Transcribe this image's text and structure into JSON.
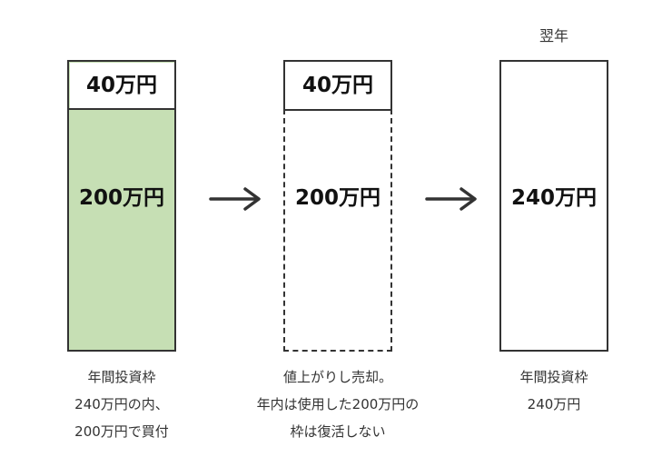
{
  "colors": {
    "filled_box": "#c6dfb4",
    "stroke": "#333333",
    "background": "#ffffff"
  },
  "columns": [
    {
      "top_amount": "40万円",
      "bottom_amount": "200万円",
      "caption": [
        "年間投資枠",
        "240万円の内、",
        "200万円で買付"
      ]
    },
    {
      "top_amount": "40万円",
      "bottom_amount": "200万円",
      "caption": [
        "値上がりし売却。",
        "年内は使用した200万円の",
        "枠は復活しない"
      ]
    },
    {
      "header": "翌年",
      "amount": "240万円",
      "caption": [
        "年間投資枠",
        "240万円"
      ]
    }
  ],
  "arrows": [
    {
      "icon": "right-arrow-icon"
    },
    {
      "icon": "right-arrow-icon"
    }
  ]
}
